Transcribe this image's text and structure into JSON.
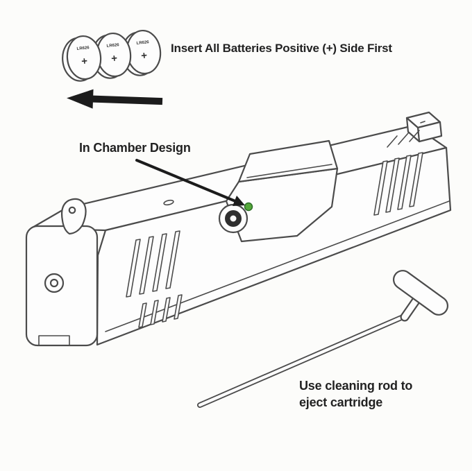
{
  "instructions": {
    "batteries": "Insert All Batteries Positive (+) Side First",
    "chamber": "In Chamber Design",
    "cleaning_rod_line1": "Use cleaning rod to",
    "cleaning_rod_line2": "eject cartridge"
  },
  "battery": {
    "type_label": "LR626",
    "polarity": "+",
    "count": 3
  },
  "colors": {
    "line_art": "#4b4b4b",
    "arrow_black": "#1c1c1c",
    "led_green": "#55a83b",
    "text": "#222222",
    "background": "#fcfcfa"
  }
}
